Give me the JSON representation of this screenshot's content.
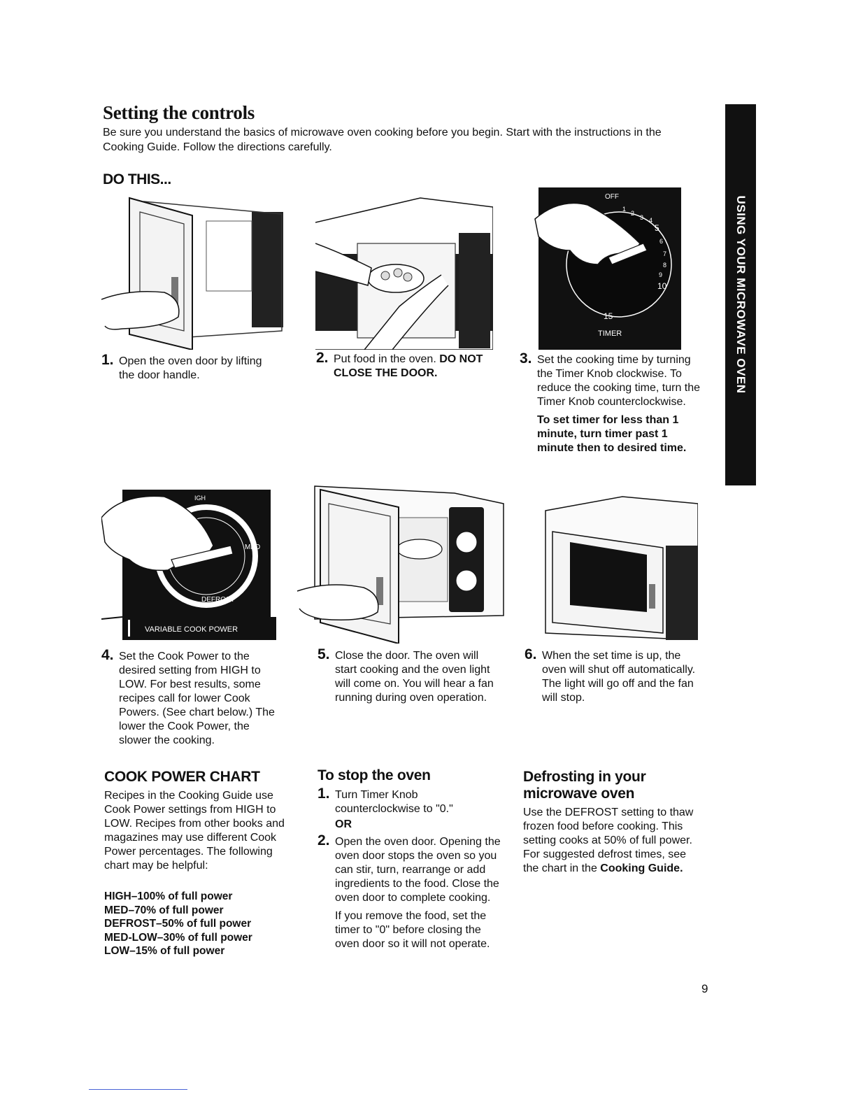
{
  "page": {
    "title": "Setting the controls",
    "intro": "Be sure you understand the basics of microwave oven cooking before you begin. Start with the instructions in the Cooking Guide. Follow the directions carefully.",
    "do_this": "DO THIS...",
    "side_tab": "USING YOUR MICROWAVE OVEN",
    "page_number": "9"
  },
  "figures": {
    "timer_labels": [
      "OFF",
      "1",
      "2",
      "3",
      "4",
      "5",
      "6",
      "7",
      "8",
      "9",
      "10",
      "15",
      "TIMER"
    ],
    "power_labels": [
      "IGH",
      "MED",
      "DEFROST",
      "VARIABLE COOK POWER"
    ]
  },
  "steps": [
    {
      "num": "1.",
      "text": "Open the oven door by lifting the door handle."
    },
    {
      "num": "2.",
      "text": "Put food in the oven.",
      "strong": "DO NOT CLOSE THE DOOR."
    },
    {
      "num": "3.",
      "text": "Set the cooking time by turning the Timer Knob clockwise. To reduce the cooking time, turn the Timer Knob counterclockwise.",
      "note": "To set timer for less than 1 minute, turn timer past 1 minute then to desired time."
    },
    {
      "num": "4.",
      "text": "Set the Cook Power to the desired setting from HIGH to LOW. For best results, some recipes call for lower Cook Powers. (See chart below.) The lower the Cook Power, the slower the cooking."
    },
    {
      "num": "5.",
      "text": "Close the door. The oven will start cooking and the oven light will come on. You will hear a fan running during oven operation."
    },
    {
      "num": "6.",
      "text": "When the set time is up, the oven will shut off automatically. The light will go off and the fan will stop."
    }
  ],
  "cook_power_chart": {
    "heading": "COOK POWER CHART",
    "text": "Recipes in the Cooking Guide use Cook Power settings from HIGH to LOW. Recipes from other books and magazines may use different Cook Power percentages. The following chart may be helpful:",
    "items": [
      "HIGH–100% of full power",
      "MED–70% of full power",
      "DEFROST–50% of full power",
      "MED-LOW–30% of full power",
      "LOW–15% of full power"
    ]
  },
  "stop_oven": {
    "heading": "To stop the oven",
    "step1_num": "1.",
    "step1": "Turn Timer Knob counterclockwise to \"0.\"",
    "or": "OR",
    "step2_num": "2.",
    "step2": "Open the oven door. Opening the oven door stops the oven so you can stir, turn, rearrange or add ingredients to the food. Close the oven door to complete cooking.",
    "step2_note": "If you remove the food, set the timer to \"0\" before closing the oven door so it will not operate."
  },
  "defrost": {
    "heading": "Defrosting in your microwave oven",
    "text": "Use the DEFROST setting to thaw frozen food before cooking. This setting cooks at 50% of full power. For suggested defrost times, see the chart in the",
    "strong": "Cooking Guide."
  }
}
